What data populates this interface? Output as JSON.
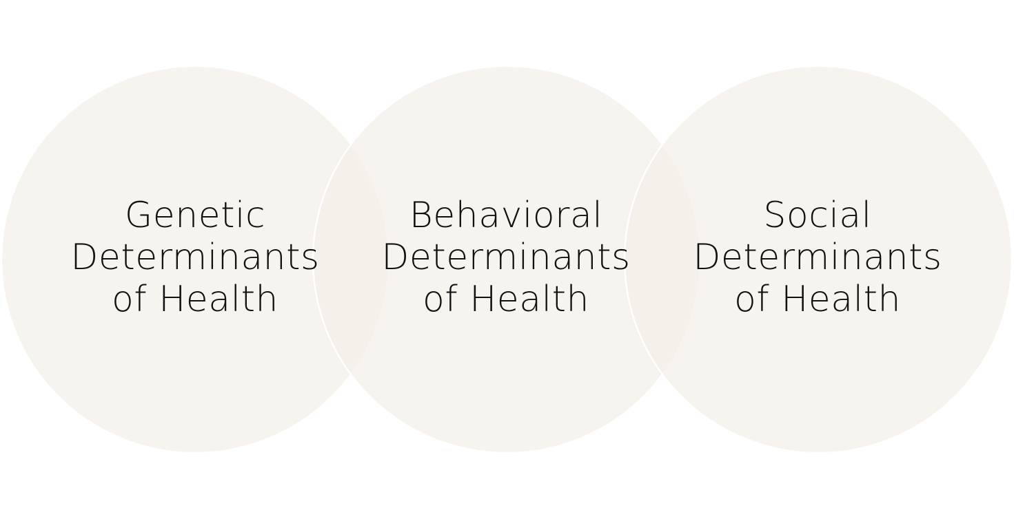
{
  "colors": {
    "circle_fill": "#f5f0e9",
    "circle_overlap_tint": "#efe6da",
    "circle_border": "#ffffff",
    "text": "#111111",
    "background": "#ffffff"
  },
  "circles": [
    {
      "lines": [
        "Genetic",
        "Determinants",
        "of Health"
      ]
    },
    {
      "lines": [
        "Behavioral",
        "Determinants",
        "of Health"
      ]
    },
    {
      "lines": [
        "Social",
        "Determinants",
        "of Health"
      ]
    }
  ]
}
